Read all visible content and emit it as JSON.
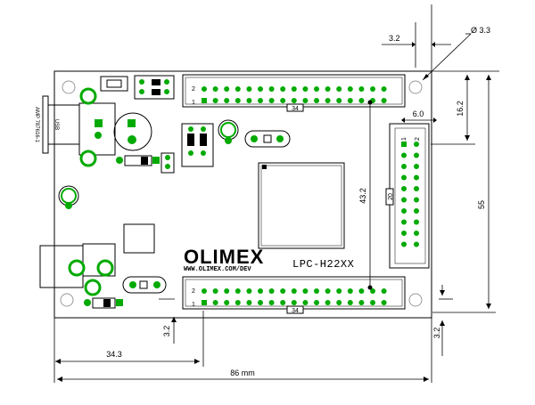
{
  "board": {
    "logo": "OLIMEX",
    "url": "WWW.OLIMEX.COM/DEV",
    "model": "LPC-H22XX",
    "usb_label": "USB",
    "usb_part": "AMP 787616-1"
  },
  "headers": {
    "top": {
      "pin1": "1",
      "pin2": "2",
      "count": "34"
    },
    "bottom": {
      "pin1": "1",
      "pin2": "2",
      "count": "34"
    },
    "right": {
      "pin1": "1",
      "pin2": "2",
      "count": "20"
    }
  },
  "dimensions": {
    "hole_dia": "Ø 3.3",
    "hole_offset_top": "3.2",
    "right_header_top": "16.2",
    "right_header_width": "6.0",
    "header_spacing": "43.2",
    "height": "55",
    "bottom_margin_left": "3.2",
    "bottom_margin_right": "3.2",
    "header_left": "34.3",
    "width": "86 mm"
  },
  "colors": {
    "outline": "#000000",
    "pad": "#00aa00",
    "board": "#ffffff"
  }
}
